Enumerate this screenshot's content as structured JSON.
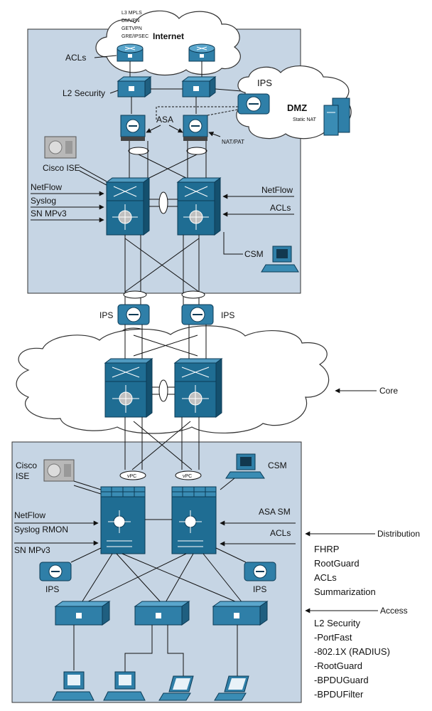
{
  "internet_cloud": {
    "title": "Internet",
    "vpn_list": [
      "L3 MPLS",
      "DMVPN",
      "GETVPN",
      "GRE/IPSEC"
    ]
  },
  "top_block": {
    "acls": "ACLs",
    "l2_security": "L2 Security",
    "asa": "ASA",
    "nat_pat": "NAT/PAT",
    "cisco_ise": "Cisco ISE",
    "left_feeds": [
      "NetFlow",
      "Syslog",
      "SN MPv3"
    ],
    "right_feeds": [
      "NetFlow",
      "ACLs"
    ],
    "csm": "CSM"
  },
  "dmz_cloud": {
    "ips": "IPS",
    "title": "DMZ",
    "static_nat": "Static NAT"
  },
  "middle": {
    "ips_left": "IPS",
    "ips_right": "IPS"
  },
  "core": {
    "label": "Core"
  },
  "bottom_block": {
    "cisco_ise_line1": "Cisco",
    "cisco_ise_line2": "ISE",
    "csm": "CSM",
    "vpc_left": "vPC",
    "vpc_right": "vPC",
    "left_feeds": [
      "NetFlow",
      "Syslog RMON",
      "SN MPv3"
    ],
    "right_feeds": [
      "ASA SM",
      "ACLs"
    ],
    "ips_left": "IPS",
    "ips_right": "IPS"
  },
  "distribution": {
    "label": "Distribution",
    "features": [
      "FHRP",
      "RootGuard",
      "ACLs",
      "Summarization"
    ]
  },
  "access": {
    "label": "Access",
    "features": [
      "L2 Security",
      "-PortFast",
      "-802.1X (RADIUS)",
      "-RootGuard",
      "-BPDUGuard",
      "-BPDUFilter"
    ]
  },
  "colors": {
    "block_fill": "#c6d5e4",
    "device_blue": "#1f6d93",
    "device_light": "#3a8cb4",
    "link": "#111111"
  }
}
